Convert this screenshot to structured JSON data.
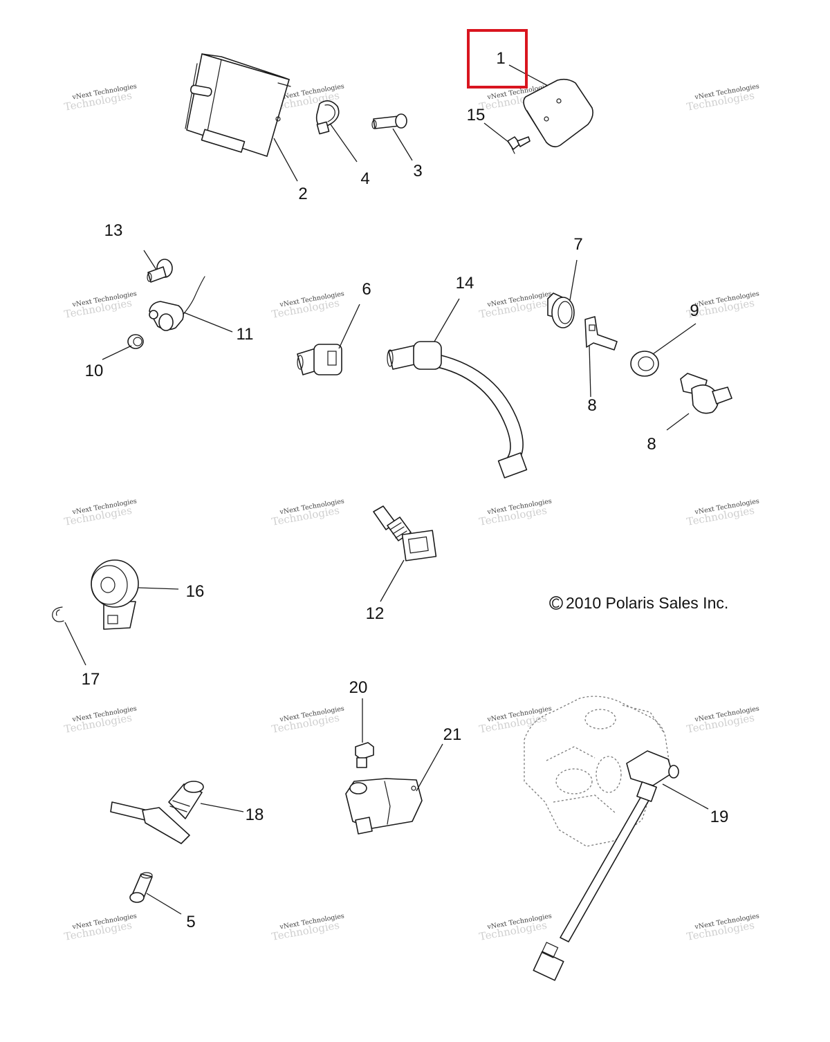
{
  "callouts": {
    "n1": "1",
    "n2": "2",
    "n3": "3",
    "n4": "4",
    "n5": "5",
    "n6": "6",
    "n7": "7",
    "n8a": "8",
    "n8b": "8",
    "n9": "9",
    "n10": "10",
    "n11": "11",
    "n12": "12",
    "n13": "13",
    "n14": "14",
    "n15": "15",
    "n16": "16",
    "n17": "17",
    "n18": "18",
    "n19": "19",
    "n20": "20",
    "n21": "21"
  },
  "copyright": "2010 Polaris Sales Inc.",
  "watermark": {
    "line1": "vNext Technologies",
    "line2": "Technologies"
  },
  "highlight": {
    "part": "1",
    "color": "#d9151f"
  }
}
